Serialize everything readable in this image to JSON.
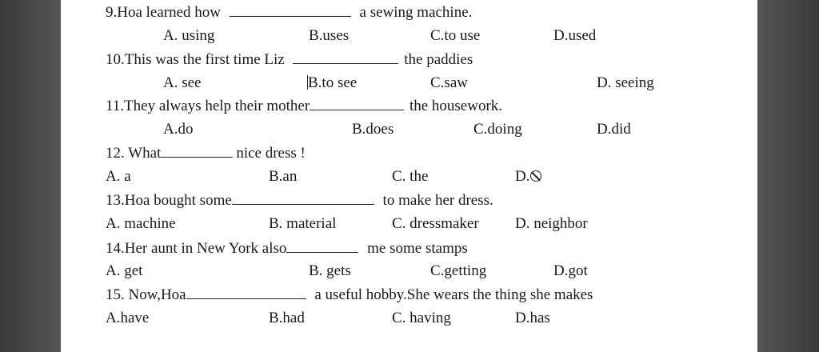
{
  "questions": [
    {
      "stem_a": "9.Hoa learned how",
      "stem_b": "a sewing machine.",
      "options": [
        "A. using",
        "B.uses",
        "C.to use",
        "D.used"
      ]
    },
    {
      "stem_a": "10.This was the first time Liz",
      "stem_b": "the paddies",
      "options": [
        "A. see",
        "B.to see",
        "C.saw",
        "D. seeing"
      ]
    },
    {
      "stem_a": "11.They always help their mother",
      "stem_b": "the housework.",
      "options": [
        "A.do",
        "B.does",
        "C.doing",
        "D.did"
      ]
    },
    {
      "stem_a": "12. What",
      "stem_b": "nice  dress !",
      "options": [
        "A. a",
        "B.an",
        "C. the",
        "D."
      ]
    },
    {
      "stem_a": "13.Hoa bought some",
      "stem_b": "to make her dress.",
      "options": [
        "A. machine",
        "B. material",
        "C. dressmaker",
        "D. neighbor"
      ]
    },
    {
      "stem_a": "14.Her aunt in New York also",
      "stem_b": "me some stamps",
      "options": [
        "A. get",
        "B. gets",
        "C.getting",
        "D.got"
      ]
    },
    {
      "stem_a": "15. Now,Hoa",
      "stem_b": "a useful hobby.She wears the thing she makes",
      "options": [
        "A.have",
        "B.had",
        "C. having",
        "D.has"
      ]
    }
  ]
}
